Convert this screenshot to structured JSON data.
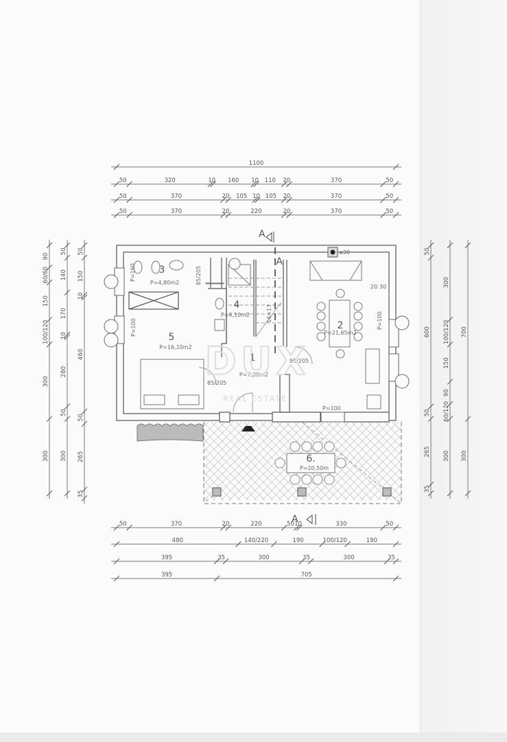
{
  "section_marker": "A",
  "flue_label": "ø30",
  "rooms": [
    {
      "number": "1",
      "area": "P=7,20m2"
    },
    {
      "number": "2",
      "area": "P=21,65m2"
    },
    {
      "number": "3",
      "area": "P=4,80m2"
    },
    {
      "number": "4",
      "area": "P=4,10m2"
    },
    {
      "number": "5",
      "area": "P=16,10m2"
    },
    {
      "number": "6.",
      "area": "P=20,50m"
    }
  ],
  "annotations": {
    "window_left": "P=100",
    "window_right": "P=100",
    "window_bottom": "P=100",
    "window_bath": "P=160",
    "door_hall": "95/205",
    "door_bed": "85/205",
    "door_bath": "85/205",
    "stairs": "16×17",
    "wall_right": "20 30"
  },
  "watermark": {
    "logo": "DUX",
    "tagline": "REAL ESTATE"
  },
  "dimensions": {
    "top": [
      [
        "1100"
      ],
      [
        "50",
        "320",
        "10",
        "160",
        "10",
        "110",
        "20",
        "370",
        "50"
      ],
      [
        "50",
        "370",
        "20",
        "105",
        "10",
        "105",
        "20",
        "370",
        "50"
      ],
      [
        "50",
        "370",
        "20",
        "220",
        "20",
        "370",
        "50"
      ]
    ],
    "bottom": [
      [
        "50",
        "370",
        "20",
        "220",
        "50",
        "10",
        "330",
        "50"
      ],
      [
        "480",
        "140/220",
        "190",
        "100/120",
        "190"
      ],
      [
        "395",
        "35",
        "300",
        "35",
        "300",
        "35"
      ],
      [
        "395",
        "705"
      ]
    ],
    "left": [
      [
        "90",
        "60/60",
        "150",
        "100/120",
        "300",
        "300"
      ],
      [
        "50",
        "140",
        "170",
        "10",
        "280",
        "50",
        "300"
      ],
      [
        "50",
        "150",
        "10",
        "460",
        "50",
        "265",
        "35"
      ]
    ],
    "right": [
      [
        "50",
        "600",
        "50",
        "265",
        "35"
      ],
      [
        "300",
        "100/120",
        "150",
        "90",
        "60/120",
        "300"
      ],
      [
        "700",
        "300"
      ]
    ]
  }
}
